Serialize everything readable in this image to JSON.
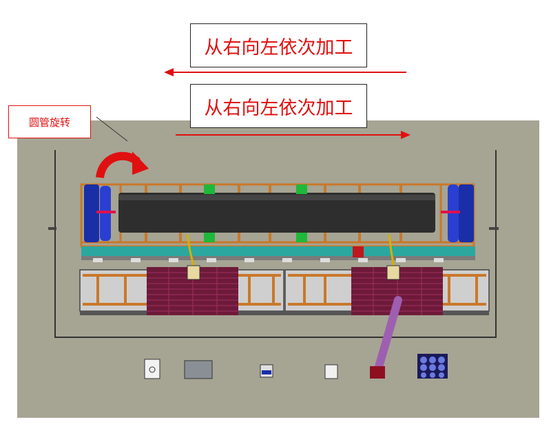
{
  "labels": {
    "top_process": "从右向左依次加工",
    "bottom_process": "从右向左依次加工",
    "pipe_rotation": "圆管旋转"
  },
  "colors": {
    "floor": "#a6a493",
    "arrow_red": "#e01010",
    "pipe": "#2e2e2e",
    "flange_blue": "#1a2ea8",
    "frame_orange": "#c9782a",
    "clamp_green": "#1eb83a",
    "rail_teal": "#2aa8a0",
    "pallet_maroon": "#6e1a3a",
    "purple_boom": "#9e5fb0"
  },
  "icons": [
    "rotation-arrow-icon",
    "left-arrow-icon",
    "right-arrow-icon"
  ]
}
